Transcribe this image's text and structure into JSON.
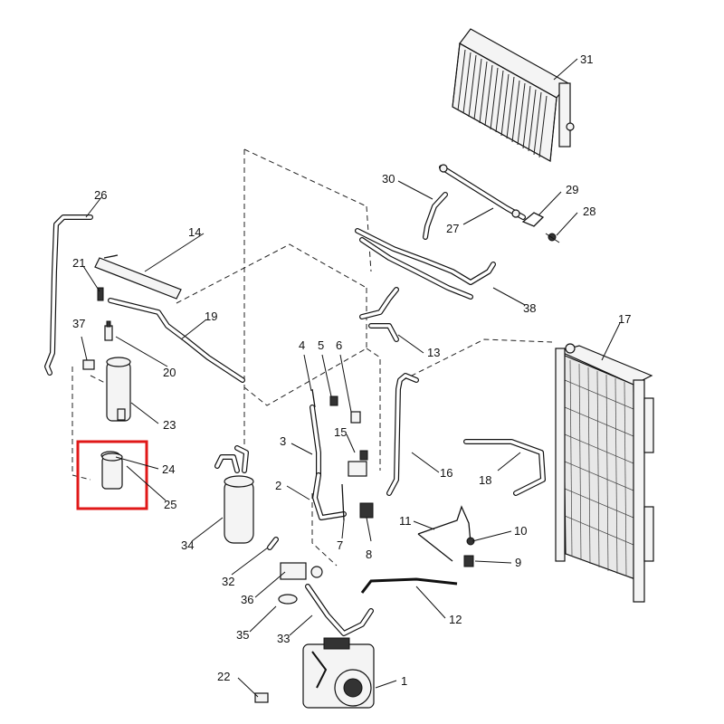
{
  "diagram": {
    "highlight_color": "#e01818",
    "highlighted_part": "25",
    "callouts": [
      {
        "id": "c1",
        "text": "1"
      },
      {
        "id": "c2",
        "text": "2"
      },
      {
        "id": "c3",
        "text": "3"
      },
      {
        "id": "c4",
        "text": "4"
      },
      {
        "id": "c5",
        "text": "5"
      },
      {
        "id": "c6",
        "text": "6"
      },
      {
        "id": "c7",
        "text": "7"
      },
      {
        "id": "c8",
        "text": "8"
      },
      {
        "id": "c9",
        "text": "9"
      },
      {
        "id": "c10",
        "text": "10"
      },
      {
        "id": "c11",
        "text": "11"
      },
      {
        "id": "c12",
        "text": "12"
      },
      {
        "id": "c13",
        "text": "13"
      },
      {
        "id": "c14",
        "text": "14"
      },
      {
        "id": "c15",
        "text": "15"
      },
      {
        "id": "c16",
        "text": "16"
      },
      {
        "id": "c17",
        "text": "17"
      },
      {
        "id": "c18",
        "text": "18"
      },
      {
        "id": "c19",
        "text": "19"
      },
      {
        "id": "c20",
        "text": "20"
      },
      {
        "id": "c21",
        "text": "21"
      },
      {
        "id": "c22",
        "text": "22"
      },
      {
        "id": "c23",
        "text": "23"
      },
      {
        "id": "c24",
        "text": "24"
      },
      {
        "id": "c25",
        "text": "25"
      },
      {
        "id": "c26",
        "text": "26"
      },
      {
        "id": "c27",
        "text": "27"
      },
      {
        "id": "c28",
        "text": "28"
      },
      {
        "id": "c29",
        "text": "29"
      },
      {
        "id": "c30",
        "text": "30"
      },
      {
        "id": "c31",
        "text": "31"
      },
      {
        "id": "c32",
        "text": "32"
      },
      {
        "id": "c33",
        "text": "33"
      },
      {
        "id": "c34",
        "text": "34"
      },
      {
        "id": "c35",
        "text": "35"
      },
      {
        "id": "c36",
        "text": "36"
      },
      {
        "id": "c37",
        "text": "37"
      },
      {
        "id": "c38",
        "text": "38"
      }
    ]
  }
}
